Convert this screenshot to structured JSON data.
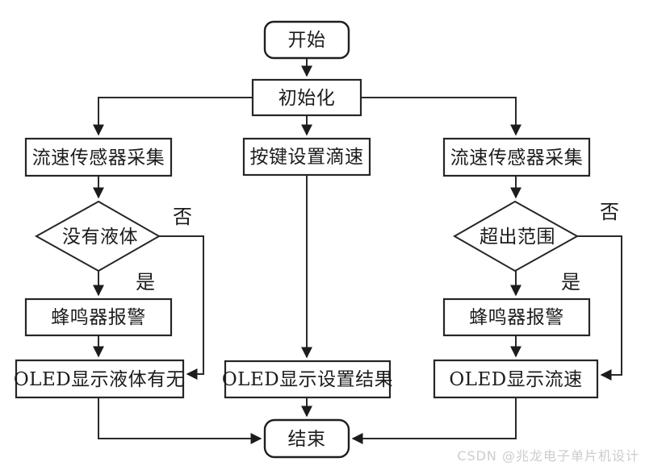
{
  "diagram": {
    "type": "flowchart",
    "background": "#ffffff",
    "stroke_color": "#262626",
    "watermark": "CSDN @兆龙电子单片机设计",
    "watermark_color": "#cccccc"
  },
  "nodes": {
    "start": "开始",
    "init": "初始化",
    "left_collect": "流速传感器采集",
    "mid_set": "按键设置滴速",
    "right_collect": "流速传感器采集",
    "left_decision": "没有液体",
    "right_decision": "超出范围",
    "left_buzzer": "蜂鸣器报警",
    "right_buzzer": "蜂鸣器报警",
    "left_oled": "OLED显示液体有无",
    "mid_oled": "OLED显示设置结果",
    "right_oled": "OLED显示流速",
    "end": "结束"
  },
  "edge_labels": {
    "left_no": "否",
    "left_yes": "是",
    "right_no": "否",
    "right_yes": "是"
  },
  "edges": [
    {
      "from": "start",
      "to": "init",
      "label": ""
    },
    {
      "from": "init",
      "to": "left_collect",
      "label": ""
    },
    {
      "from": "init",
      "to": "mid_set",
      "label": ""
    },
    {
      "from": "init",
      "to": "right_collect",
      "label": ""
    },
    {
      "from": "left_collect",
      "to": "left_decision",
      "label": ""
    },
    {
      "from": "left_decision",
      "to": "left_buzzer",
      "label": "是"
    },
    {
      "from": "left_decision",
      "to": "left_oled",
      "label": "否"
    },
    {
      "from": "left_buzzer",
      "to": "left_oled",
      "label": ""
    },
    {
      "from": "mid_set",
      "to": "mid_oled",
      "label": ""
    },
    {
      "from": "right_collect",
      "to": "right_decision",
      "label": ""
    },
    {
      "from": "right_decision",
      "to": "right_buzzer",
      "label": "是"
    },
    {
      "from": "right_decision",
      "to": "right_oled",
      "label": "否"
    },
    {
      "from": "right_buzzer",
      "to": "right_oled",
      "label": ""
    },
    {
      "from": "left_oled",
      "to": "end",
      "label": ""
    },
    {
      "from": "mid_oled",
      "to": "end",
      "label": ""
    },
    {
      "from": "right_oled",
      "to": "end",
      "label": ""
    }
  ]
}
